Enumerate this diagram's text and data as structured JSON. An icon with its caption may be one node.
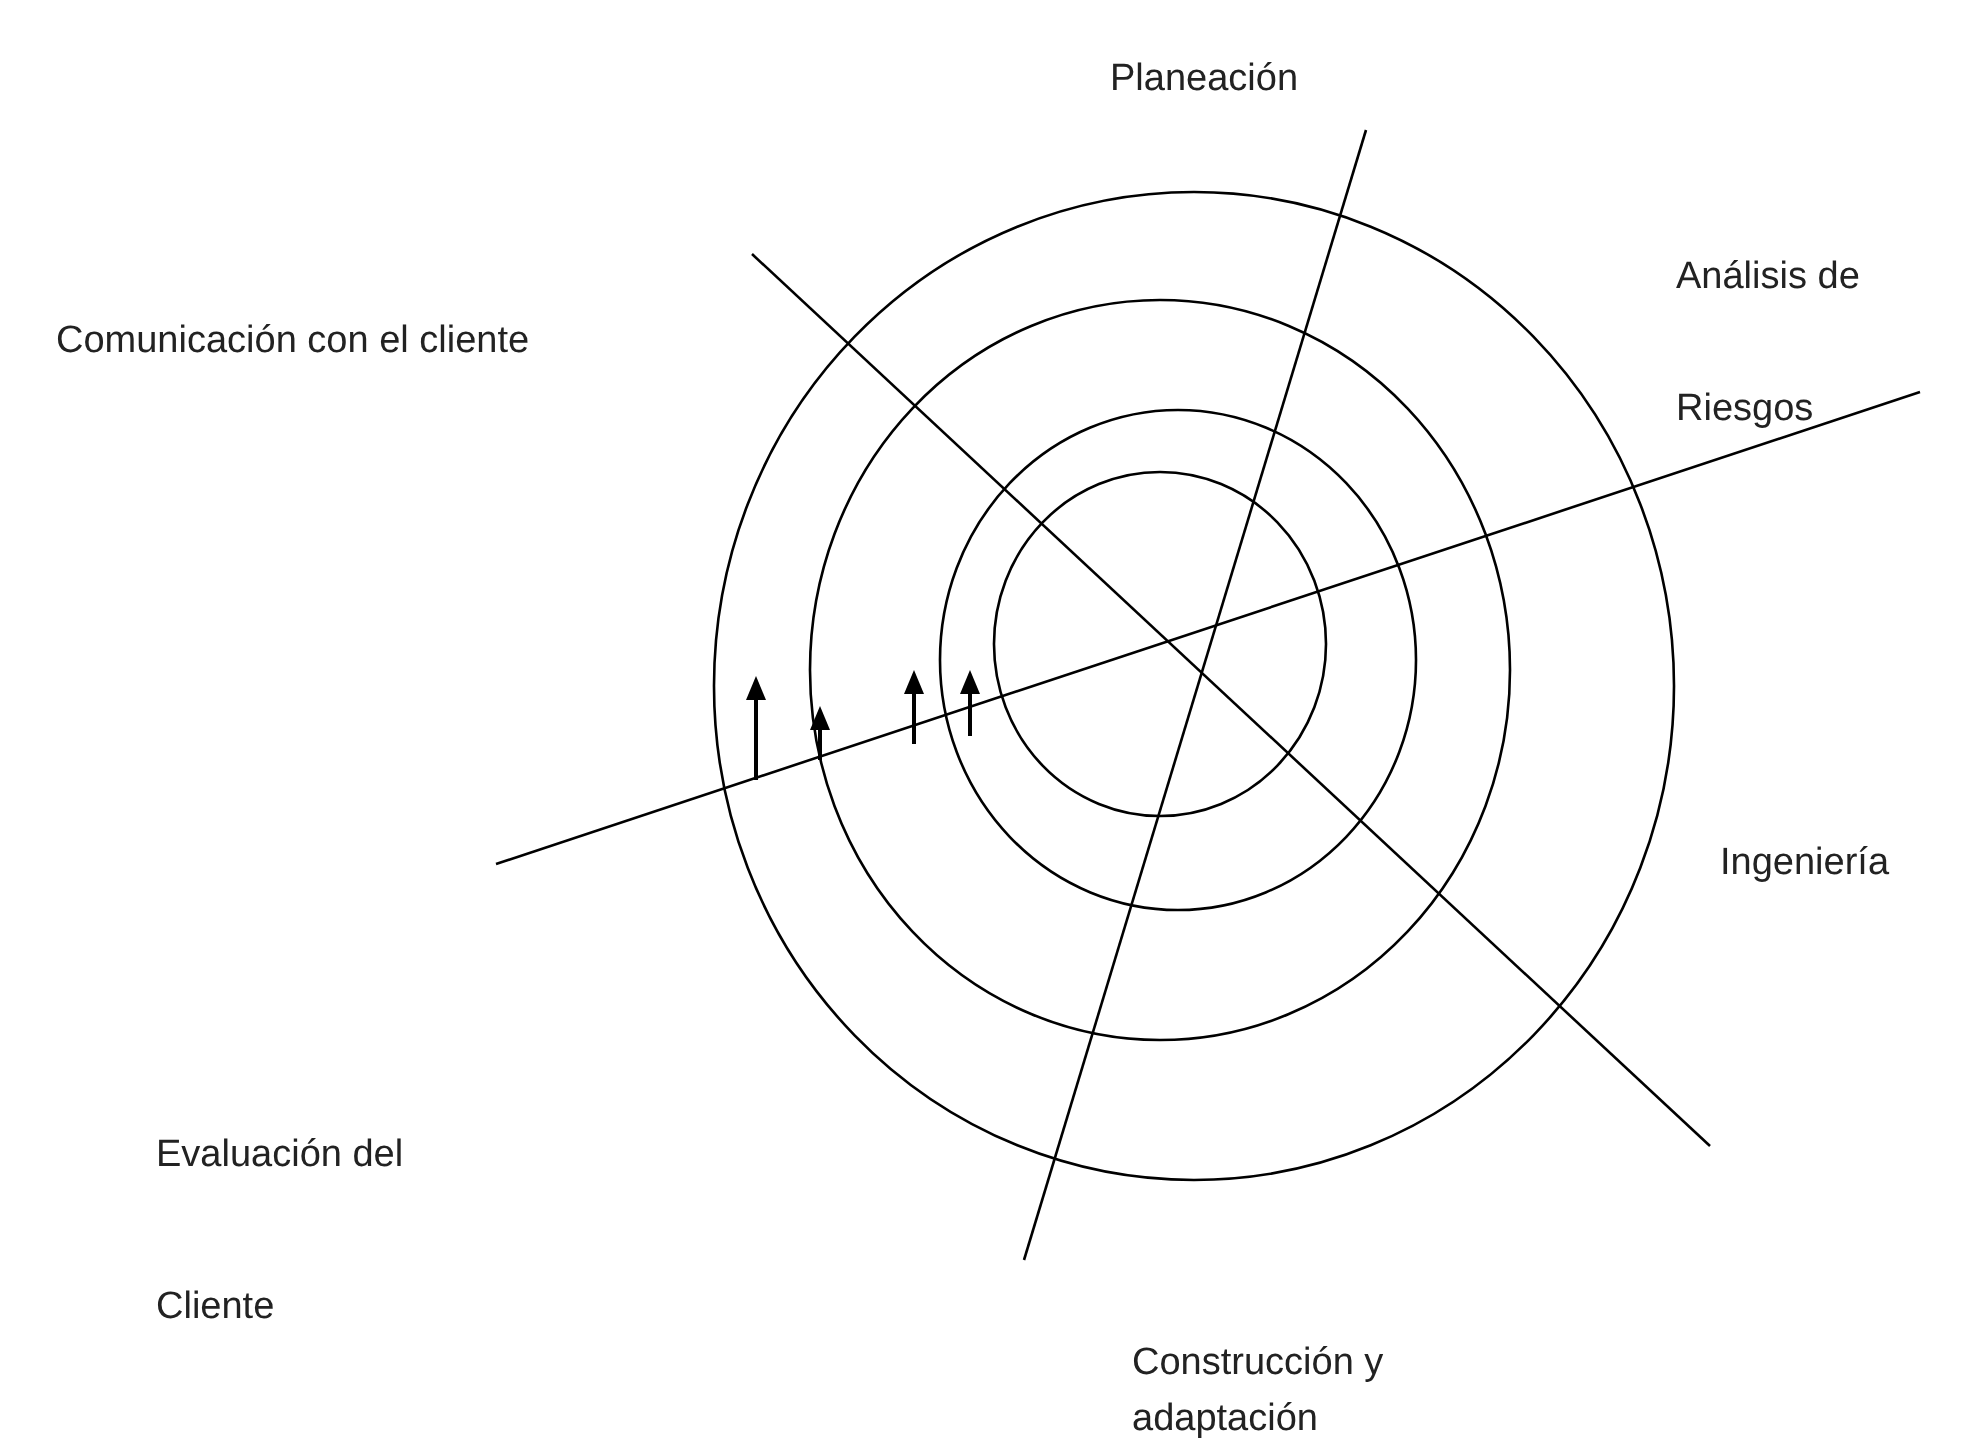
{
  "diagram": {
    "labels": [
      "Planeación",
      "Comunicación con el cliente",
      "Análisis de Riesgos",
      "Ingeniería",
      "Evaluación del Cliente",
      "Construcción y adaptación"
    ]
  }
}
